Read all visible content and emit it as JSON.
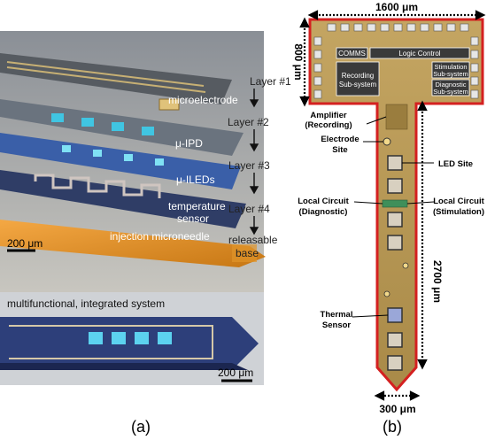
{
  "panel_a": {
    "label": "(a)",
    "layers": [
      {
        "name": "Layer #1",
        "caption": "microelectrode"
      },
      {
        "name": "Layer #2",
        "caption": "μ-IPD"
      },
      {
        "name": "Layer #3",
        "caption": "μ-ILEDs"
      },
      {
        "name": "Layer #4",
        "caption": "temperature sensor",
        "caption_lines": [
          "temperature",
          "sensor"
        ]
      },
      {
        "name": "",
        "caption": "injection microneedle"
      }
    ],
    "releasable_base": [
      "releasable",
      "base"
    ],
    "scale_bar_top": "200 μm",
    "integrated_title": "multifunctional, integrated system",
    "scale_bar_bottom": "200 μm"
  },
  "panel_b": {
    "label": "(b)",
    "width_dim": "1600 μm",
    "height_dim": "800 μm",
    "length_dim": "2700 μm",
    "tip_dim": "300 μm",
    "blocks": {
      "comms": "COMMS",
      "logic": "Logic Control",
      "recording": [
        "Recording",
        "Sub-system"
      ],
      "stimulation": [
        "Stimulation",
        "Sub-system"
      ],
      "diagnostic": [
        "Diagnostic",
        "Sub-system"
      ]
    },
    "annotations": {
      "amplifier": [
        "Amplifier",
        "(Recording)"
      ],
      "electrode_site": [
        "Electrode",
        "Site"
      ],
      "led_site": "LED Site",
      "local_diag": [
        "Local Circuit",
        "(Diagnostic)"
      ],
      "local_stim": [
        "Local Circuit",
        "(Stimulation)"
      ],
      "thermal": [
        "Thermal",
        "Sensor"
      ]
    },
    "colors": {
      "outline": "#d42020",
      "chip": "#b89a52",
      "dark": "#3a3a3a"
    }
  }
}
